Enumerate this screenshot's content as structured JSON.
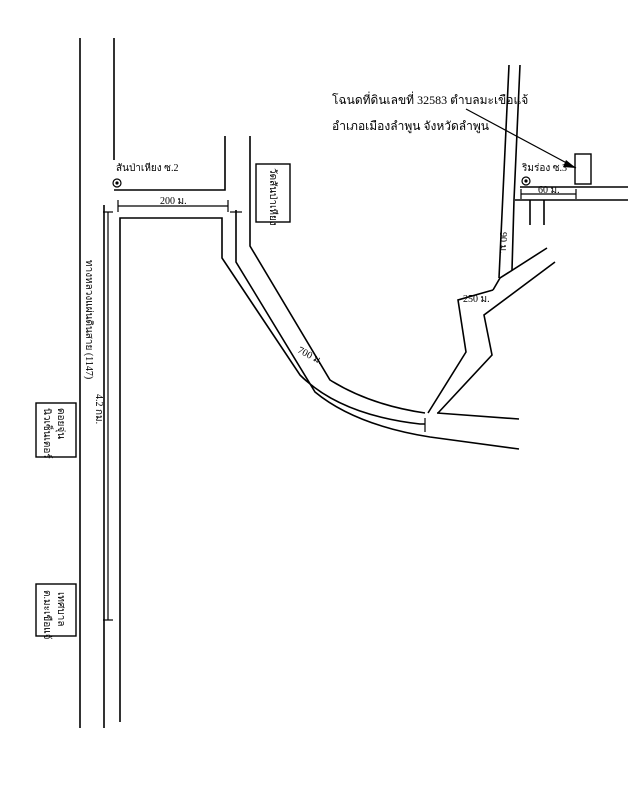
{
  "map": {
    "land_title_line1": "โฉนดที่ดินเลขที่ 32583 ตำบลมะเขือแจ้",
    "land_title_line2": "อำเภอเมืองลำพูน จังหวัดลำพูน",
    "highway_label": "ทางหลวงแผ่นดินสาย (1147)",
    "distances": {
      "highway": "4.2 กม.",
      "first_segment": "200 ม.",
      "curved_segment": "700 ม.",
      "diagonal_segment": "250 ม.",
      "north_segment": "90 ม.",
      "final_segment": "60 ม."
    },
    "junctions": {
      "san_pa_hiang": "สันป่าเหียง ซ.2",
      "rim_rong": "ริมร่อง ซ.3"
    },
    "landmarks": {
      "temple": "วัดสันป่าเหียง",
      "dorm_line1": "ดอยจุ่น",
      "dorm_line2": "นิวเซ็นเตอร์",
      "district_line1": "เทศบาล",
      "district_line2": "ต.มะเขือแจ้"
    }
  }
}
